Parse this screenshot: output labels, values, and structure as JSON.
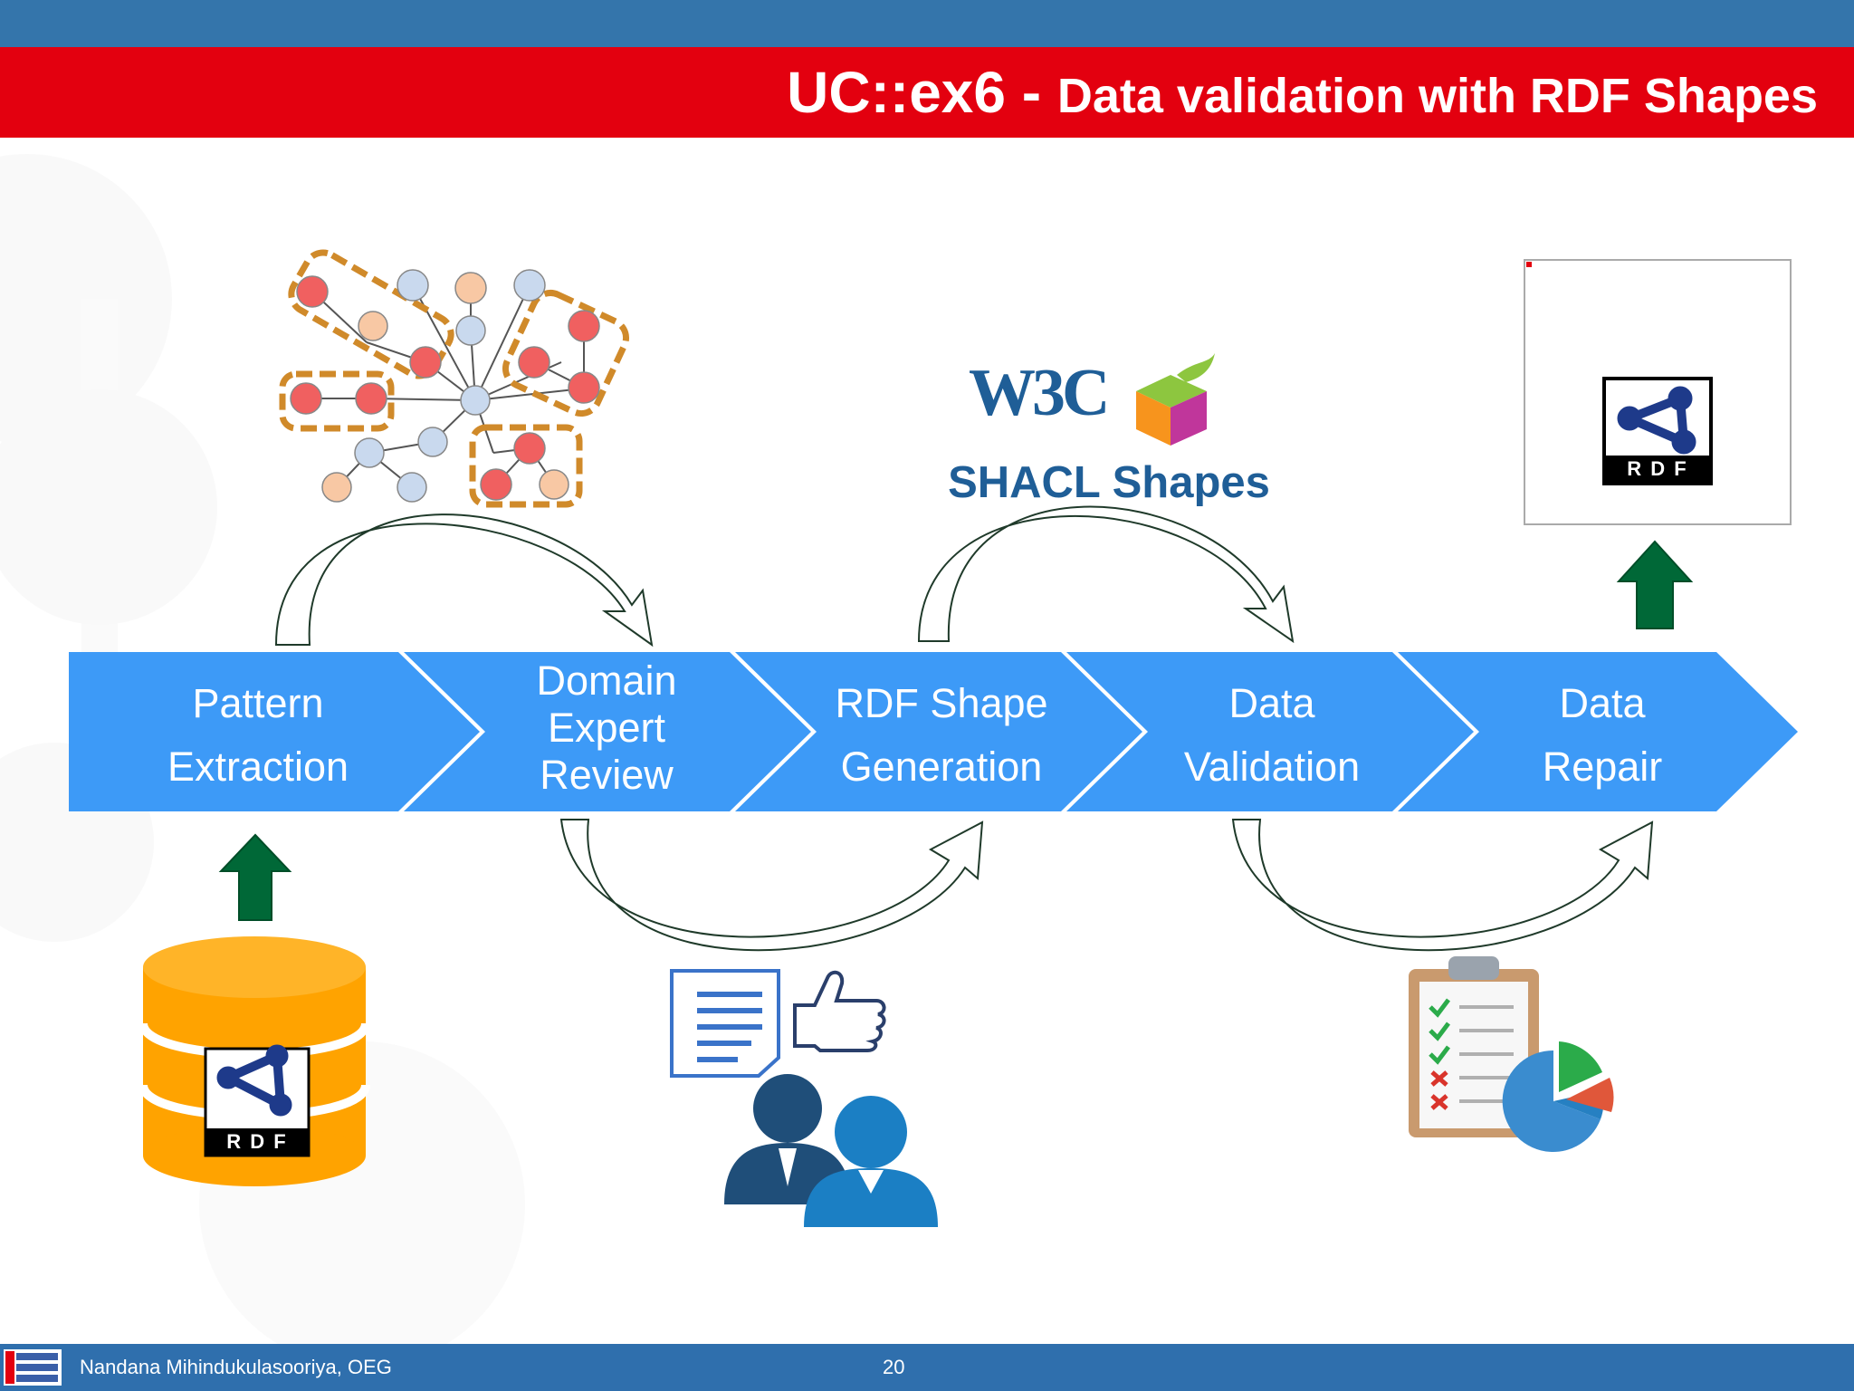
{
  "slide": {
    "title_main": "UC::ex6",
    "title_sep": " - ",
    "title_sub": "Data validation with  RDF Shapes"
  },
  "steps": [
    {
      "line1": "Pattern",
      "line2": "Extraction"
    },
    {
      "line1": "Domain",
      "line2": "Expert",
      "line3": "Review"
    },
    {
      "line1": "RDF Shape",
      "line2": "Generation"
    },
    {
      "line1": "Data",
      "line2": "Validation"
    },
    {
      "line1": "Data",
      "line2": "Repair"
    }
  ],
  "shacl": {
    "logo_text": "W3C",
    "label": "SHACL Shapes"
  },
  "rdf_logo_text": "R D F",
  "footer": {
    "author": "Nandana Mihindukulasooriya, OEG",
    "page": "20"
  },
  "colors": {
    "header_blue": "#3475ab",
    "title_red": "#e3000f",
    "chevron_blue": "#3d9af7",
    "up_arrow_green": "#006837",
    "database_orange": "#ffa300",
    "footer_blue": "#2f6fad"
  }
}
